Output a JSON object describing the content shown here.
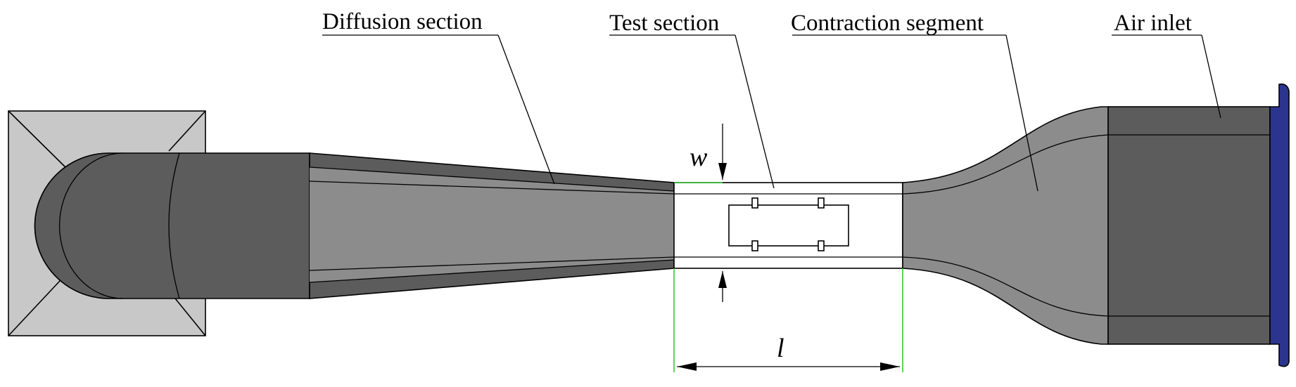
{
  "callouts": {
    "diffusion_section": "Diffusion section",
    "test_section": "Test section",
    "contraction_segment": "Contraction segment",
    "air_inlet": "Air inlet"
  },
  "dimensions": {
    "width_symbol": "w",
    "length_symbol": "l"
  },
  "colors": {
    "outlet_box": "#c8c8c8",
    "dark_body": "#5c5c5c",
    "mid_body": "#8c8c8c",
    "test_section": "#ffffff",
    "inlet_flange": "#2b3590",
    "guide_lines": "#33cc33"
  }
}
